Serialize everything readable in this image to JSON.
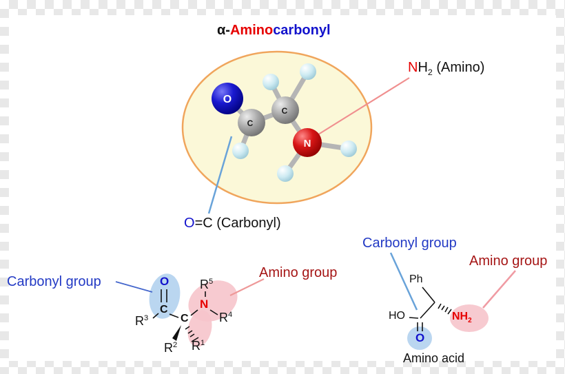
{
  "title": {
    "alpha": "α-",
    "amino": "Amino",
    "carbonyl": "carbonyl"
  },
  "callouts": {
    "amino": {
      "n": "N",
      "h": "H",
      "sub": "2",
      "tail": " (Amino)"
    },
    "carbonyl": {
      "o": "O",
      "tail": "=C (Carbonyl)"
    }
  },
  "molecule": {
    "o": "O",
    "c1": "C",
    "c2": "C",
    "n": "N"
  },
  "left_structure": {
    "carbonyl_heading": "Carbonyl group",
    "amino_heading": "Amino group",
    "o": "O",
    "carbonyl_c": "C",
    "central_c": "C",
    "n": "N",
    "r3": {
      "base": "R",
      "sup": "3"
    },
    "r5": {
      "base": "R",
      "sup": "5"
    },
    "r4": {
      "base": "R",
      "sup": "4"
    },
    "r2": {
      "base": "R",
      "sup": "2"
    },
    "r1": {
      "base": "R",
      "sup": "1"
    }
  },
  "right_structure": {
    "carbonyl_heading": "Carbonyl group",
    "amino_heading": "Amino group",
    "ph": "Ph",
    "ho": "HO",
    "o": "O",
    "nh": {
      "base": "NH",
      "sub": "2"
    },
    "caption": "Amino acid"
  },
  "colors": {
    "title_red": "#e60000",
    "title_blue": "#1212cc",
    "heading_blue": "#2239c4",
    "heading_dark_red": "#a51515",
    "ellipse_fill": "#fbf8d8",
    "ellipse_stroke": "#f0a55c",
    "oxygen_sphere": "#1a1ad0",
    "nitrogen_sphere": "#d81616",
    "carbon_sphere": "#a8a8a8",
    "hydrogen_sphere": "#cdeaf2",
    "bond_gray": "#b5b5b5",
    "carbonyl_highlight": "#b3d1ee",
    "amino_highlight": "#f6c4cb",
    "carbonyl_line": "#69a3d9",
    "amino_line": "#f08f8f"
  }
}
